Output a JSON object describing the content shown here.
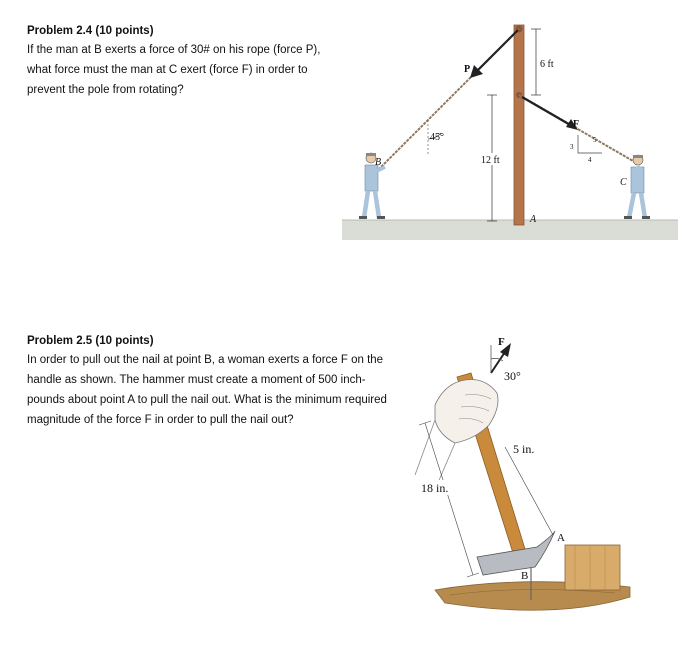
{
  "problem_2_4": {
    "title": "Problem 2.4 (10 points)",
    "text": "If the man at B exerts a force of 30# on his rope (force P), what force must the man at C exert (force F) in order to prevent the pole from rotating?",
    "figure": {
      "angle": "45°",
      "force_p": "P",
      "force_f": "F",
      "point_b": "B",
      "point_c": "C",
      "point_a": "A",
      "height_total": "12 ft",
      "height_top": "6 ft",
      "slope_3": "3",
      "slope_4": "4",
      "slope_5": "5"
    }
  },
  "problem_2_5": {
    "title": "Problem 2.5 (10 points)",
    "text": "In order to pull out the nail at point B, a woman exerts a force F on the handle as shown.  The hammer must create a moment of 500 inch-pounds about point A to pull the nail out.  What is the minimum required magnitude of the force F in order to pull the nail out?",
    "figure": {
      "force_f": "F",
      "angle": "30°",
      "dim_5in": "5 in.",
      "dim_18in": "18 in.",
      "point_a": "A",
      "point_b": "B"
    }
  },
  "colors": {
    "pole": "#b5754a",
    "rope": "#8a7a60",
    "ground": "#d9ddd6",
    "hammer_handle": "#c98a3c",
    "wood_block": "#d9ab6a",
    "board": "#b78a4e"
  }
}
